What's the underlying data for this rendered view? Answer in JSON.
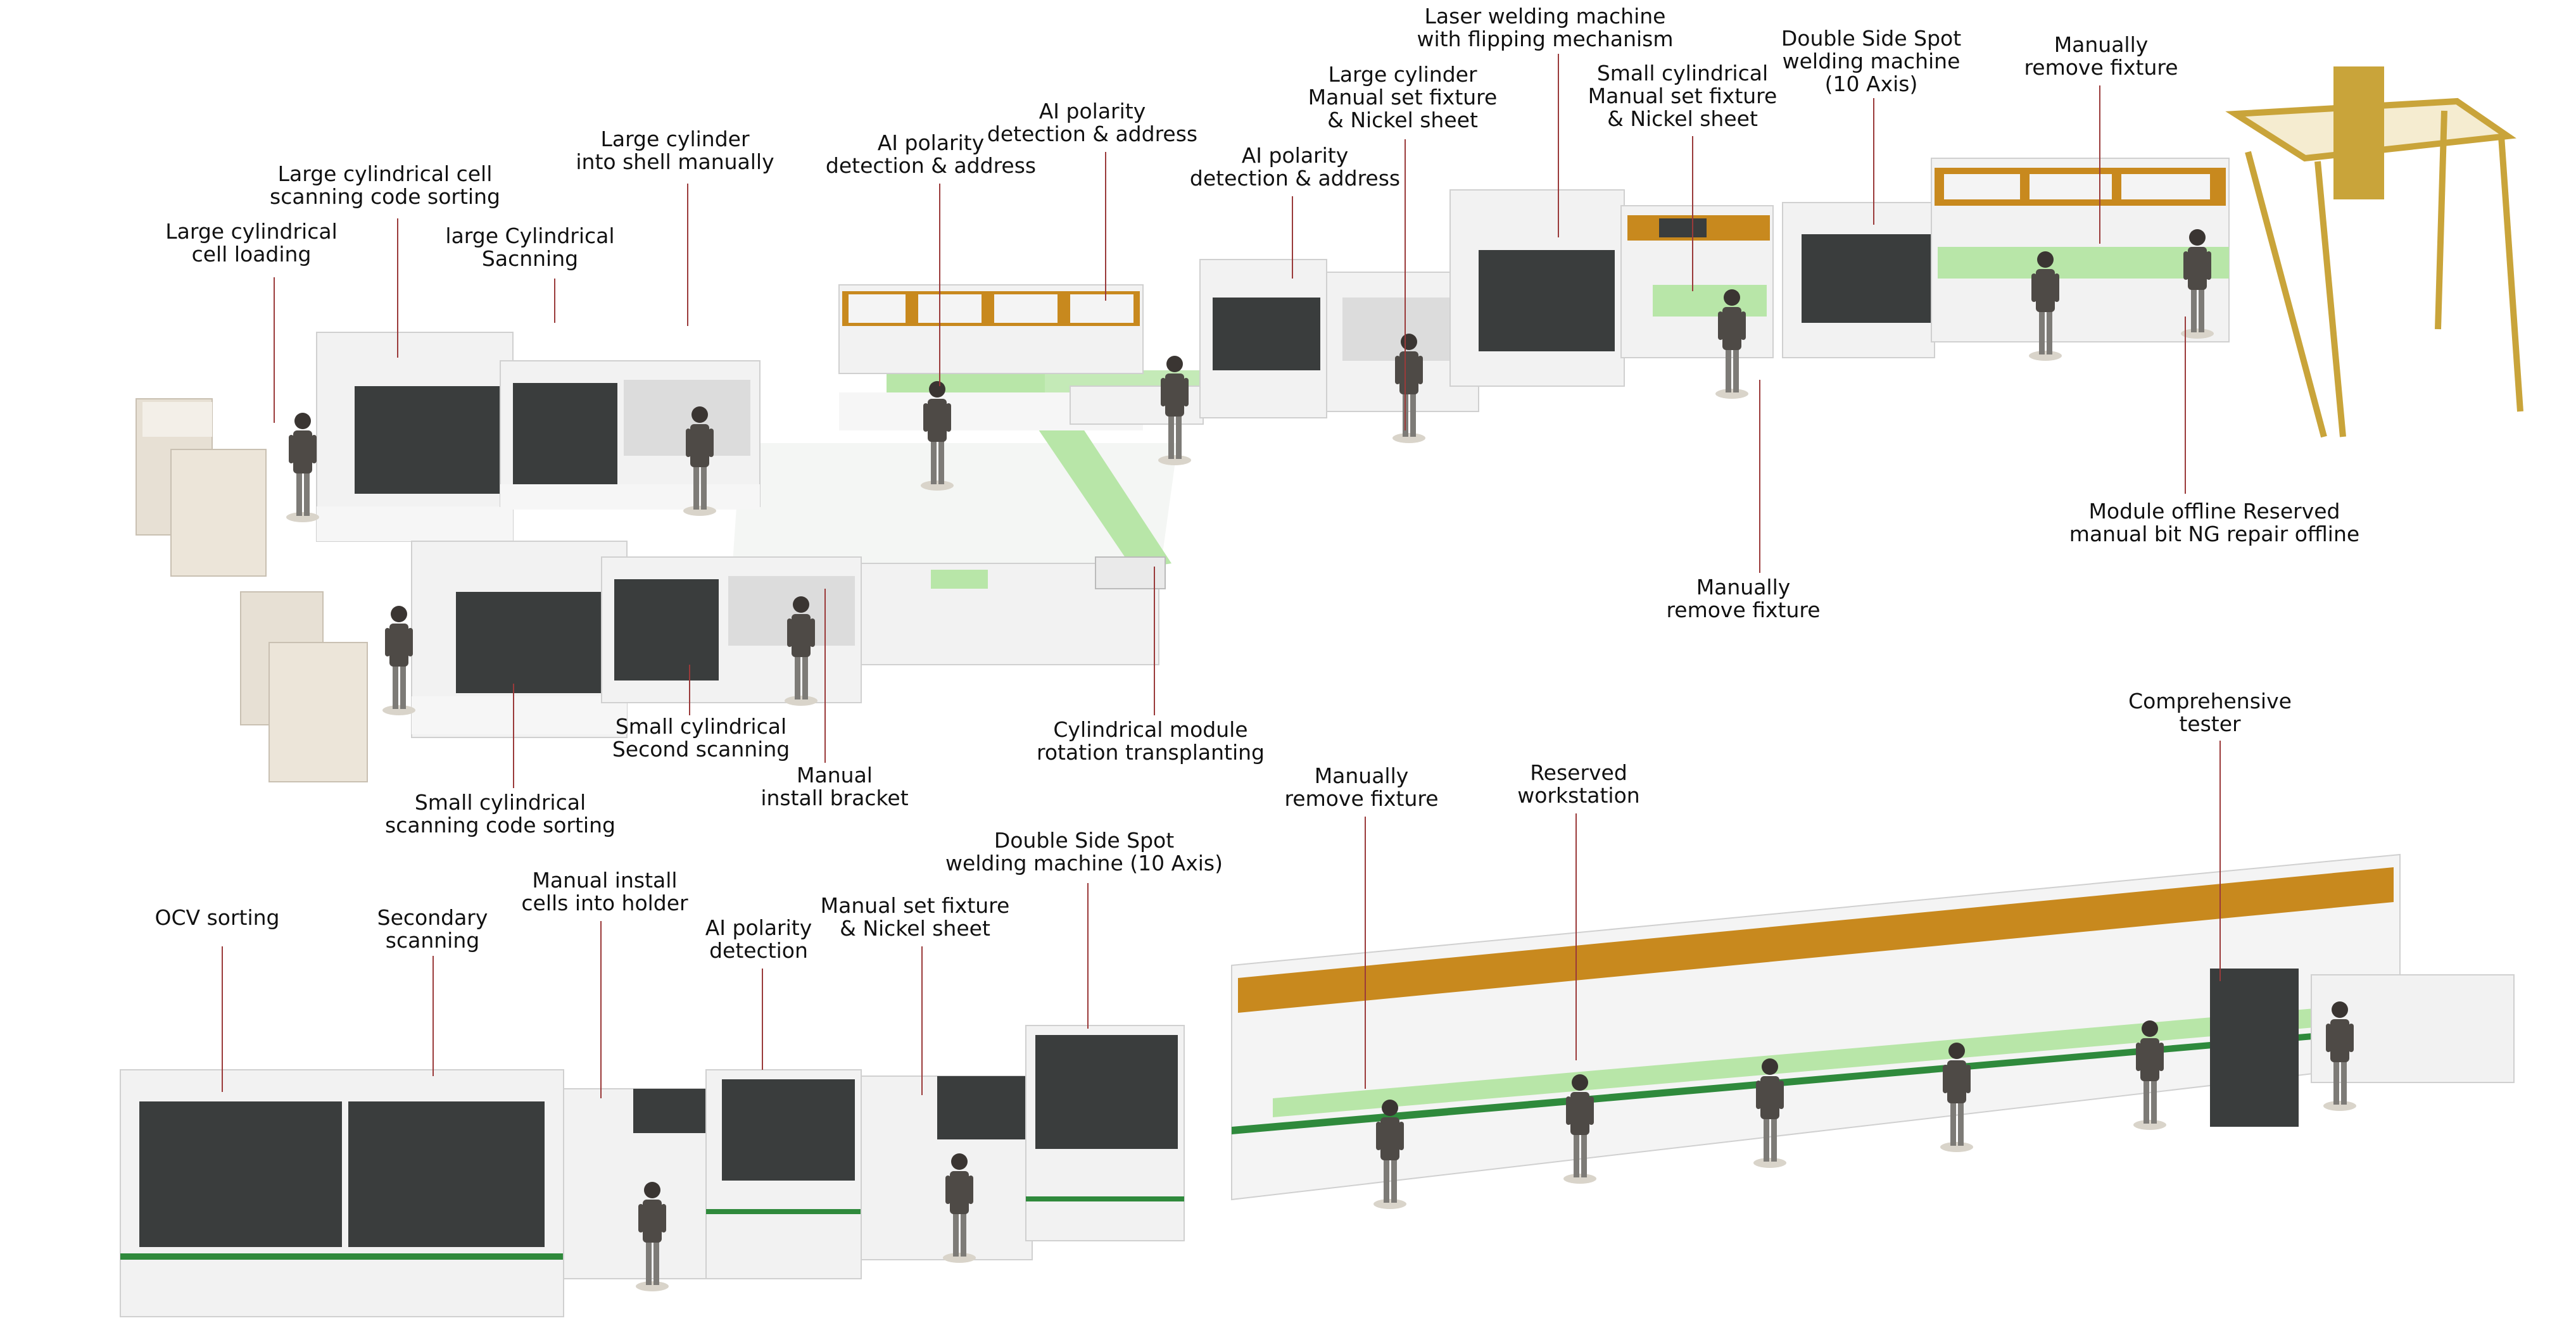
{
  "colors": {
    "machine_white": "#f2f2f2",
    "machine_panel": "#3a3d3d",
    "accent_orange": "#c8891e",
    "conveyor_green": "#b8e6a8",
    "gantry_gold": "#c9a43a",
    "worker_shirt": "#4e4a46",
    "leader_line": "#9a3a3a",
    "stripe_green": "#2f8a3c"
  },
  "labels": {
    "large_cell_loading": [
      "Large cylindrical",
      "cell loading"
    ],
    "large_scan_code_sorting": [
      "Large cylindrical cell",
      "scanning code sorting"
    ],
    "large_scanning": [
      "large Cylindrical",
      "Sacnning"
    ],
    "large_into_shell": [
      "Large cylinder",
      "into shell manually"
    ],
    "ai_polarity_1": [
      "AI polarity",
      "detection & address"
    ],
    "ai_polarity_2": [
      "AI polarity",
      "detection & address"
    ],
    "ai_polarity_3": [
      "AI polarity",
      "detection & address"
    ],
    "large_manual_fixture": [
      "Large cylinder",
      "Manual set fixture",
      "& Nickel sheet"
    ],
    "laser_welding": [
      "Laser welding machine",
      "with flipping mechanism"
    ],
    "small_manual_fixture": [
      "Small cylindrical",
      "Manual set fixture",
      "& Nickel sheet"
    ],
    "double_spot_top": [
      "Double Side Spot",
      "welding machine",
      "(10 Axis)"
    ],
    "manually_remove_top": [
      "Manually",
      "remove fixture"
    ],
    "module_offline": [
      "Module offline Reserved",
      "manual bit NG repair offline"
    ],
    "manually_remove_mid": [
      "Manually",
      "remove fixture"
    ],
    "rotation_transplanting": [
      "Cylindrical module",
      "rotation transplanting"
    ],
    "manual_install_bracket": [
      "Manual",
      "install bracket"
    ],
    "small_second_scanning": [
      "Small cylindrical",
      "Second scanning"
    ],
    "small_scan_code_sorting": [
      "Small cylindrical",
      "scanning code sorting"
    ],
    "ocv_sorting": [
      "OCV sorting"
    ],
    "secondary_scanning": [
      "Secondary",
      "scanning"
    ],
    "manual_install_cells": [
      "Manual install",
      "cells into holder"
    ],
    "ai_polarity_detection": [
      "AI polarity",
      "detection"
    ],
    "manual_set_fixture_bottom": [
      "Manual set fixture",
      "& Nickel sheet"
    ],
    "double_spot_bottom": [
      "Double Side Spot",
      "welding machine  (10 Axis)"
    ],
    "manually_remove_bottom": [
      "Manually",
      "remove fixture"
    ],
    "reserved_workstation": [
      "Reserved",
      "workstation"
    ],
    "comprehensive_tester": [
      "Comprehensive",
      "tester"
    ]
  }
}
